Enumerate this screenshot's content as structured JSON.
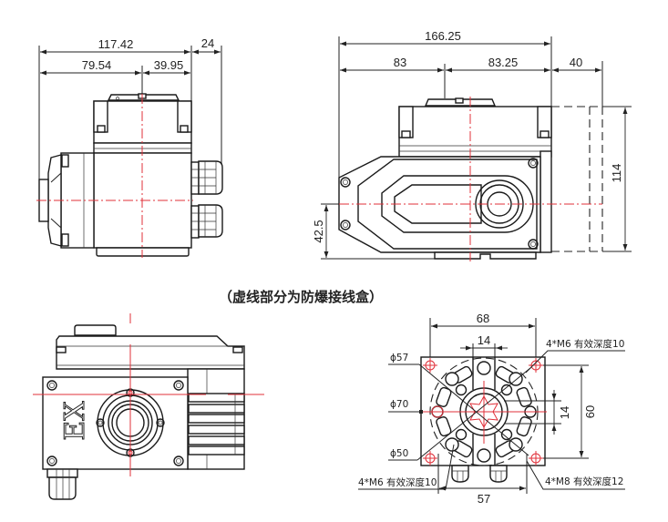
{
  "colors": {
    "outline": "#1a1a1a",
    "centerline": "#e0303a",
    "background": "#ffffff"
  },
  "side_view_left": {
    "dims": {
      "overall_width": "117.42",
      "gland_projection": "24",
      "to_axis_left": "79.54",
      "to_axis_right": "39.95"
    }
  },
  "side_view_right": {
    "dims": {
      "overall_width": "166.25",
      "to_axis_left": "83",
      "to_axis_right": "83.25",
      "junction_box_depth": "40",
      "body_height": "114",
      "axis_height": "42.5"
    }
  },
  "caption": "（虚线部分为防爆接线盒）",
  "front_view": {
    "marking": "EX"
  },
  "flange_view": {
    "dims": {
      "bolt_spacing_width": "68",
      "key_width_top": "14",
      "key_width_side": "14",
      "bolt_spacing_height": "60",
      "bottom_spacing": "57"
    },
    "diameters": {
      "d57": "ϕ57",
      "d70": "ϕ70",
      "d50": "ϕ50"
    },
    "notes": {
      "top_right": "4*M6 有效深度10",
      "bottom_left": "4*M6 有效深度10",
      "bottom_right": "4*M8 有效深度12"
    }
  }
}
